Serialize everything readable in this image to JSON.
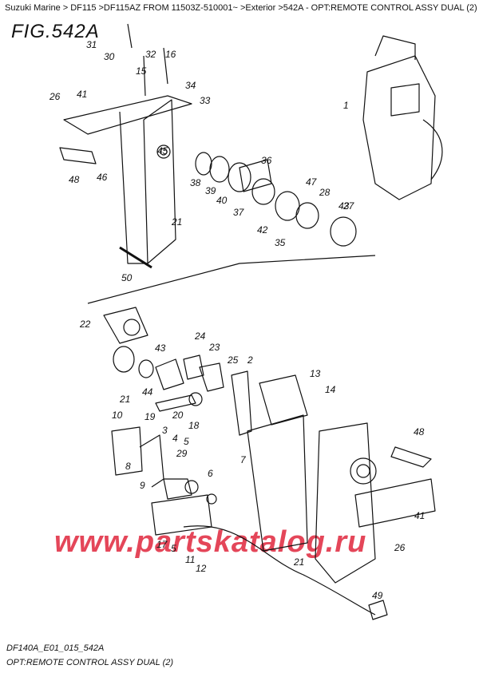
{
  "breadcrumb": "Suzuki Marine > DF115 >DF115AZ FROM 11503Z-510001~ >Exterior >542A - OPT:REMOTE CONTROL ASSY DUAL (2) >",
  "figure_title": "FIG.542A",
  "drawing_code": "DF140A_E01_015_542A",
  "caption": "OPT:REMOTE CONTROL ASSY DUAL (2)",
  "watermark": "www.partskatalog.ru",
  "part_labels": [
    "31",
    "30",
    "32",
    "16",
    "15",
    "26",
    "41",
    "34",
    "33",
    "1",
    "45",
    "48",
    "46",
    "36",
    "38",
    "39",
    "40",
    "47",
    "28",
    "37",
    "43",
    "27",
    "21",
    "42",
    "35",
    "50",
    "22",
    "24",
    "23",
    "25",
    "2",
    "13",
    "43",
    "14",
    "21",
    "44",
    "19",
    "20",
    "18",
    "10",
    "3",
    "4",
    "5",
    "8",
    "29",
    "48",
    "9",
    "6",
    "7",
    "41",
    "26",
    "17",
    "5",
    "11",
    "12",
    "21",
    "49"
  ]
}
